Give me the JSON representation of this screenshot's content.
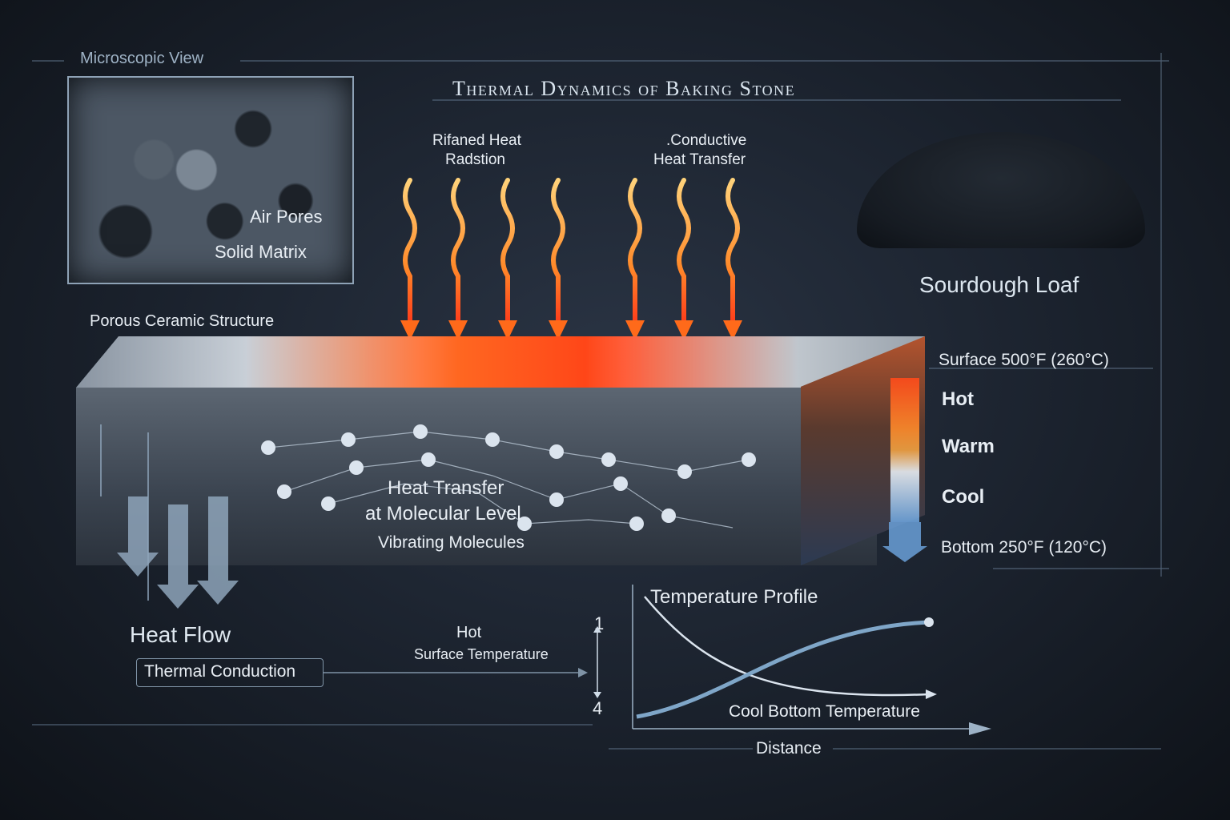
{
  "title": "Thermal Dynamics of Baking Stone",
  "microscopic": {
    "heading": "Microscopic View",
    "air_pores": "Air Pores",
    "solid_matrix": "Solid Matrix"
  },
  "radiation_label_line1": "Rifaned Heat",
  "radiation_label_line2": "Radstion",
  "conductive_label_line1": ".Conductive",
  "conductive_label_line2": "Heat Transfer",
  "porous_label": "Porous Ceramic Structure",
  "loaf_label": "Sourdough Loaf",
  "gradient": {
    "surface": "Surface 500°F (260°C)",
    "hot": "Hot",
    "warm": "Warm",
    "cool": "Cool",
    "bottom": "Bottom 250°F (120°C)"
  },
  "molecular": {
    "line1": "Heat Transfer",
    "line2": "at Molecular Level",
    "line3": "Vibrating Molecules"
  },
  "heat_flow": "Heat Flow",
  "thermal_conduction": "Thermal Conduction",
  "hot_label": "Hot",
  "surface_temperature": "Surface Temperature",
  "graph": {
    "title": "Temperature Profile",
    "cool_bottom": "Cool Bottom Temperature",
    "xlabel": "Distance",
    "axis_top": "1",
    "axis_bottom": "4"
  },
  "colors": {
    "hot": "#ff4a1a",
    "warm": "#ff9a2a",
    "cool": "#6aa0d8",
    "line": "#a9c2d8"
  },
  "icons": [
    "heat-wave-arrow-icon",
    "down-arrow-icon",
    "bread-loaf-icon"
  ]
}
